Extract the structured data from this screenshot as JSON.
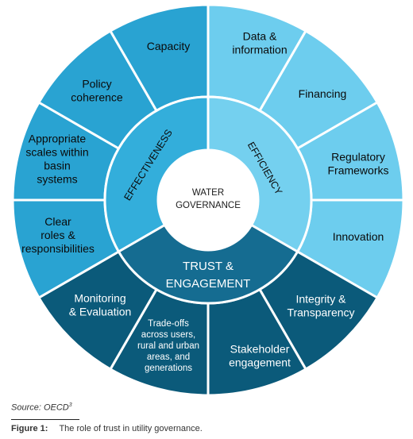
{
  "center": [
    "WATER",
    "GOVERNANCE"
  ],
  "groups": [
    {
      "label": "EFFECTIVENESS"
    },
    {
      "label": "EFFICIENCY"
    },
    {
      "label": [
        "TRUST &",
        "ENGAGEMENT"
      ]
    }
  ],
  "principles": {
    "capacity": [
      "Capacity"
    ],
    "policy_coherence": [
      "Policy",
      "coherence"
    ],
    "appropriate_scales": [
      "Appropriate",
      "scales within",
      "basin",
      "systems"
    ],
    "clear_roles": [
      "Clear",
      "roles &",
      "responsibilities"
    ],
    "data_information": [
      "Data &",
      "information"
    ],
    "financing": [
      "Financing"
    ],
    "regulatory_frameworks": [
      "Regulatory",
      "Frameworks"
    ],
    "innovation": [
      "Innovation"
    ],
    "monitoring_evaluation": [
      "Monitoring",
      "& Evaluation"
    ],
    "trade_offs": [
      "Trade-offs",
      "across users,",
      "rural and urban",
      "areas, and",
      "generations"
    ],
    "stakeholder_engagement": [
      "Stakeholder",
      "engagement"
    ],
    "integrity_transparency": [
      "Integrity &",
      "Transparency"
    ]
  },
  "source": {
    "label": "Source: OECD",
    "ref": "3"
  },
  "caption": {
    "label": "Figure 1:",
    "text": "The role of trust in utility governance."
  },
  "colors": {
    "effectiveness_outer": "#29a3d2",
    "effectiveness_inner": "#33aedb",
    "efficiency_outer": "#6dcdee",
    "efficiency_inner": "#74d0ef",
    "trust_outer": "#0b5a7a",
    "trust_inner": "#156c91",
    "stroke": "#ffffff",
    "text_dark": "#0a0a0a",
    "text_light": "#ffffff",
    "center_text": "#1a1a1a"
  }
}
